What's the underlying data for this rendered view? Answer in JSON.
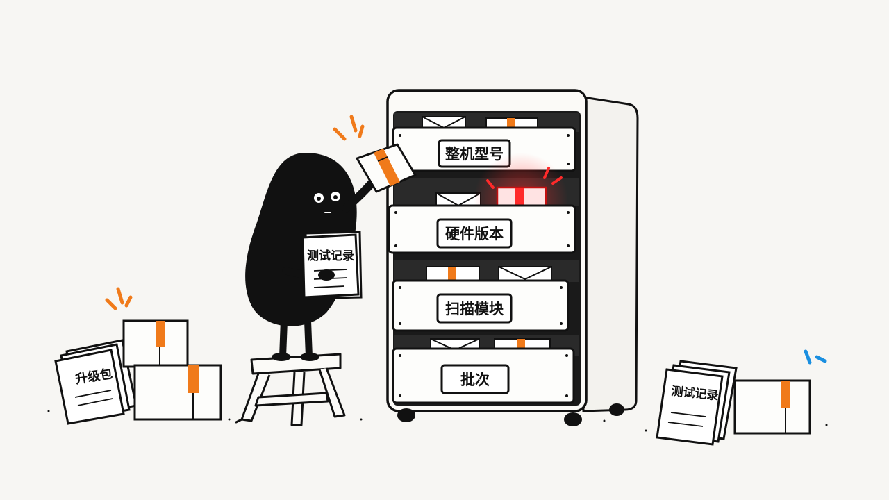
{
  "cabinet": {
    "drawers": [
      {
        "label": "整机型号"
      },
      {
        "label": "硬件版本"
      },
      {
        "label": "扫描模块"
      },
      {
        "label": "批次"
      }
    ]
  },
  "documents": {
    "held_label": "测试记录",
    "left_pile_label": "升级包",
    "right_pile_label": "测试记录"
  },
  "colors": {
    "ink": "#111111",
    "paper": "#f7f6f3",
    "tape": "#f07a1a",
    "alert": "#ff2a2a",
    "accent_blue": "#1a8fe0"
  },
  "icons": {
    "character": "blob-character-icon",
    "stool": "step-stool-icon",
    "box": "cardboard-box-icon",
    "envelope": "envelope-icon",
    "sparkle": "sparkle-marks-icon"
  }
}
